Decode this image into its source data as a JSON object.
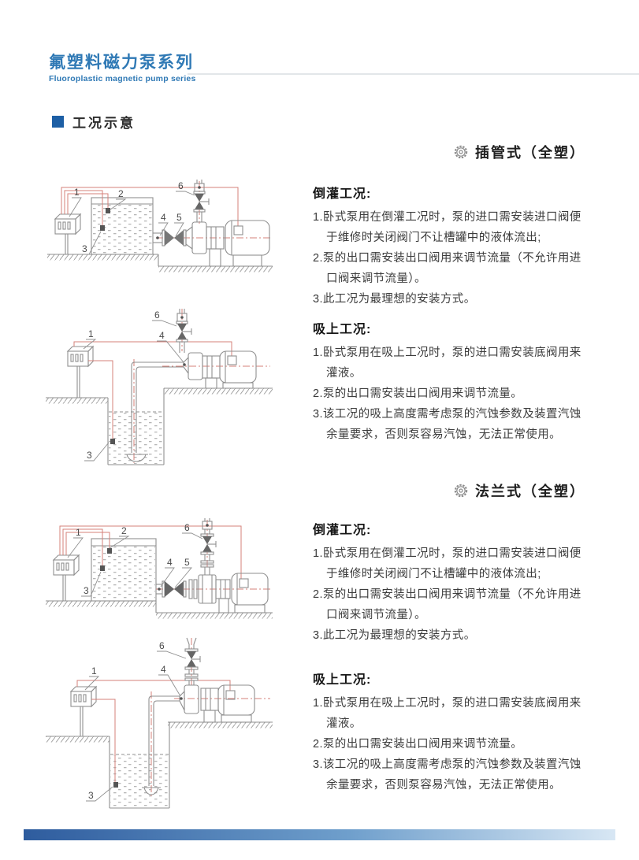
{
  "header": {
    "brand_title": "氟塑料磁力泵系列",
    "brand_subtitle": "Fluoroplastic magnetic pump series"
  },
  "section": {
    "title": "工况示意"
  },
  "groups": [
    {
      "heading": "插管式（全塑）",
      "blocks": [
        {
          "title": "倒灌工况:",
          "items": [
            "1.卧式泵用在倒灌工况时，泵的进口需安装进口阀便\n于维修时关闭阀门不让槽罐中的液体流出;",
            "2.泵的出口需安装出口阀用来调节流量（不允许用进\n口阀来调节流量）。",
            "3.此工况为最理想的安装方式。"
          ]
        },
        {
          "title": "吸上工况:",
          "items": [
            "1.卧式泵用在吸上工况时，泵的进口需安装底阀用来\n灌液。",
            "2.泵的出口需安装出口阀用来调节流量。",
            "3.该工况的吸上高度需考虑泵的汽蚀参数及装置汽蚀\n余量要求，否则泵容易汽蚀，无法正常使用。"
          ]
        }
      ]
    },
    {
      "heading": "法兰式（全塑）",
      "blocks": [
        {
          "title": "倒灌工况:",
          "items": [
            "1.卧式泵用在倒灌工况时，泵的进口需安装进口阀便\n于维修时关闭阀门不让槽罐中的液体流出;",
            "2.泵的出口需安装出口阀用来调节流量（不允许用进\n口阀来调节流量）。",
            "3.此工况为最理想的安装方式。"
          ]
        },
        {
          "title": "吸上工况:",
          "items": [
            "1.卧式泵用在吸上工况时，泵的进口需安装底阀用来\n灌液。",
            "2.泵的出口需安装出口阀用来调节流量。",
            "3.该工况的吸上高度需考虑泵的汽蚀参数及装置汽蚀\n余量要求，否则泵容易汽蚀，无法正常使用。"
          ]
        }
      ]
    }
  ],
  "figure_labels": {
    "n1": "1",
    "n2": "2",
    "n3": "3",
    "n4": "4",
    "n5": "5",
    "n6": "6"
  },
  "colors": {
    "brand_blue": "#2f79b5",
    "accent_blue": "#1d5fa5",
    "rule_gray": "#e2e6e9",
    "diagram_red": "#d4817a",
    "footer_start": "#2e5c9e",
    "footer_end": "#d8e7f4"
  }
}
